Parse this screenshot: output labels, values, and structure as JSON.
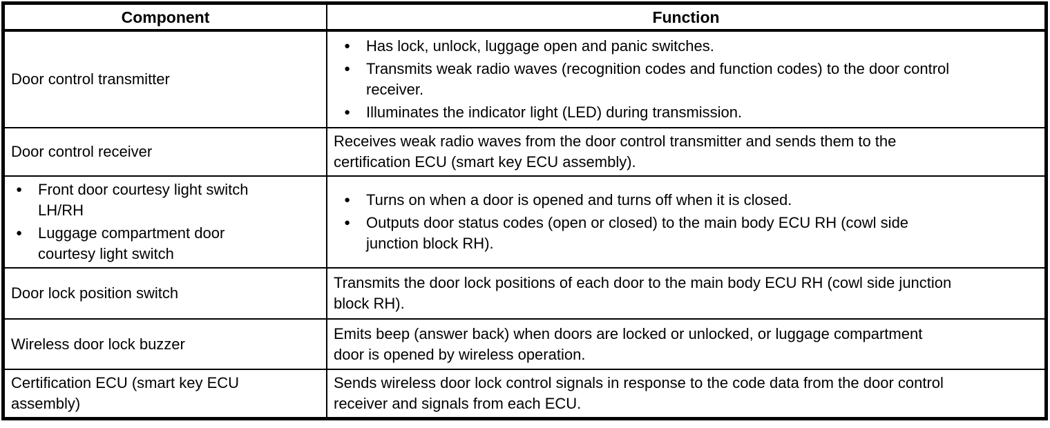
{
  "colors": {
    "border": "#000000",
    "background": "#ffffff",
    "text": "#000000"
  },
  "table": {
    "bullet_glyph": "●",
    "headers": {
      "component": "Component",
      "function": "Function"
    },
    "rows": [
      {
        "component": {
          "type": "text",
          "text": "Door control transmitter"
        },
        "function": {
          "type": "bullets",
          "items": [
            "Has lock, unlock, luggage open and panic switches.",
            "Transmits weak radio waves (recognition codes and function codes) to the door control\nreceiver.",
            "Illuminates the indicator light (LED) during transmission."
          ]
        }
      },
      {
        "component": {
          "type": "text",
          "text": "Door control receiver"
        },
        "function": {
          "type": "text",
          "text": "Receives weak radio waves from the door control transmitter and sends them to the\ncertification ECU (smart key ECU assembly)."
        }
      },
      {
        "component": {
          "type": "bullets",
          "items": [
            "Front door courtesy light switch\nLH/RH",
            "Luggage compartment door\ncourtesy light switch"
          ]
        },
        "function": {
          "type": "bullets",
          "items": [
            "Turns on when a door is opened and turns off when it is closed.",
            "Outputs door status codes (open or closed) to the main body ECU RH (cowl side\njunction block RH)."
          ]
        }
      },
      {
        "component": {
          "type": "text",
          "text": "Door lock position switch"
        },
        "function": {
          "type": "text",
          "text": "Transmits the door lock positions of each door to the main body ECU RH (cowl side junction\nblock RH)."
        }
      },
      {
        "component": {
          "type": "text",
          "text": "Wireless door lock buzzer"
        },
        "function": {
          "type": "text",
          "text": "Emits beep (answer back) when doors are locked or unlocked, or luggage compartment\ndoor is opened by wireless operation."
        }
      },
      {
        "component": {
          "type": "text",
          "text": "Certification ECU (smart key ECU\nassembly)"
        },
        "function": {
          "type": "text",
          "text": "Sends wireless door lock control signals in response to the code data from the door control\nreceiver and signals from each ECU."
        }
      }
    ]
  }
}
